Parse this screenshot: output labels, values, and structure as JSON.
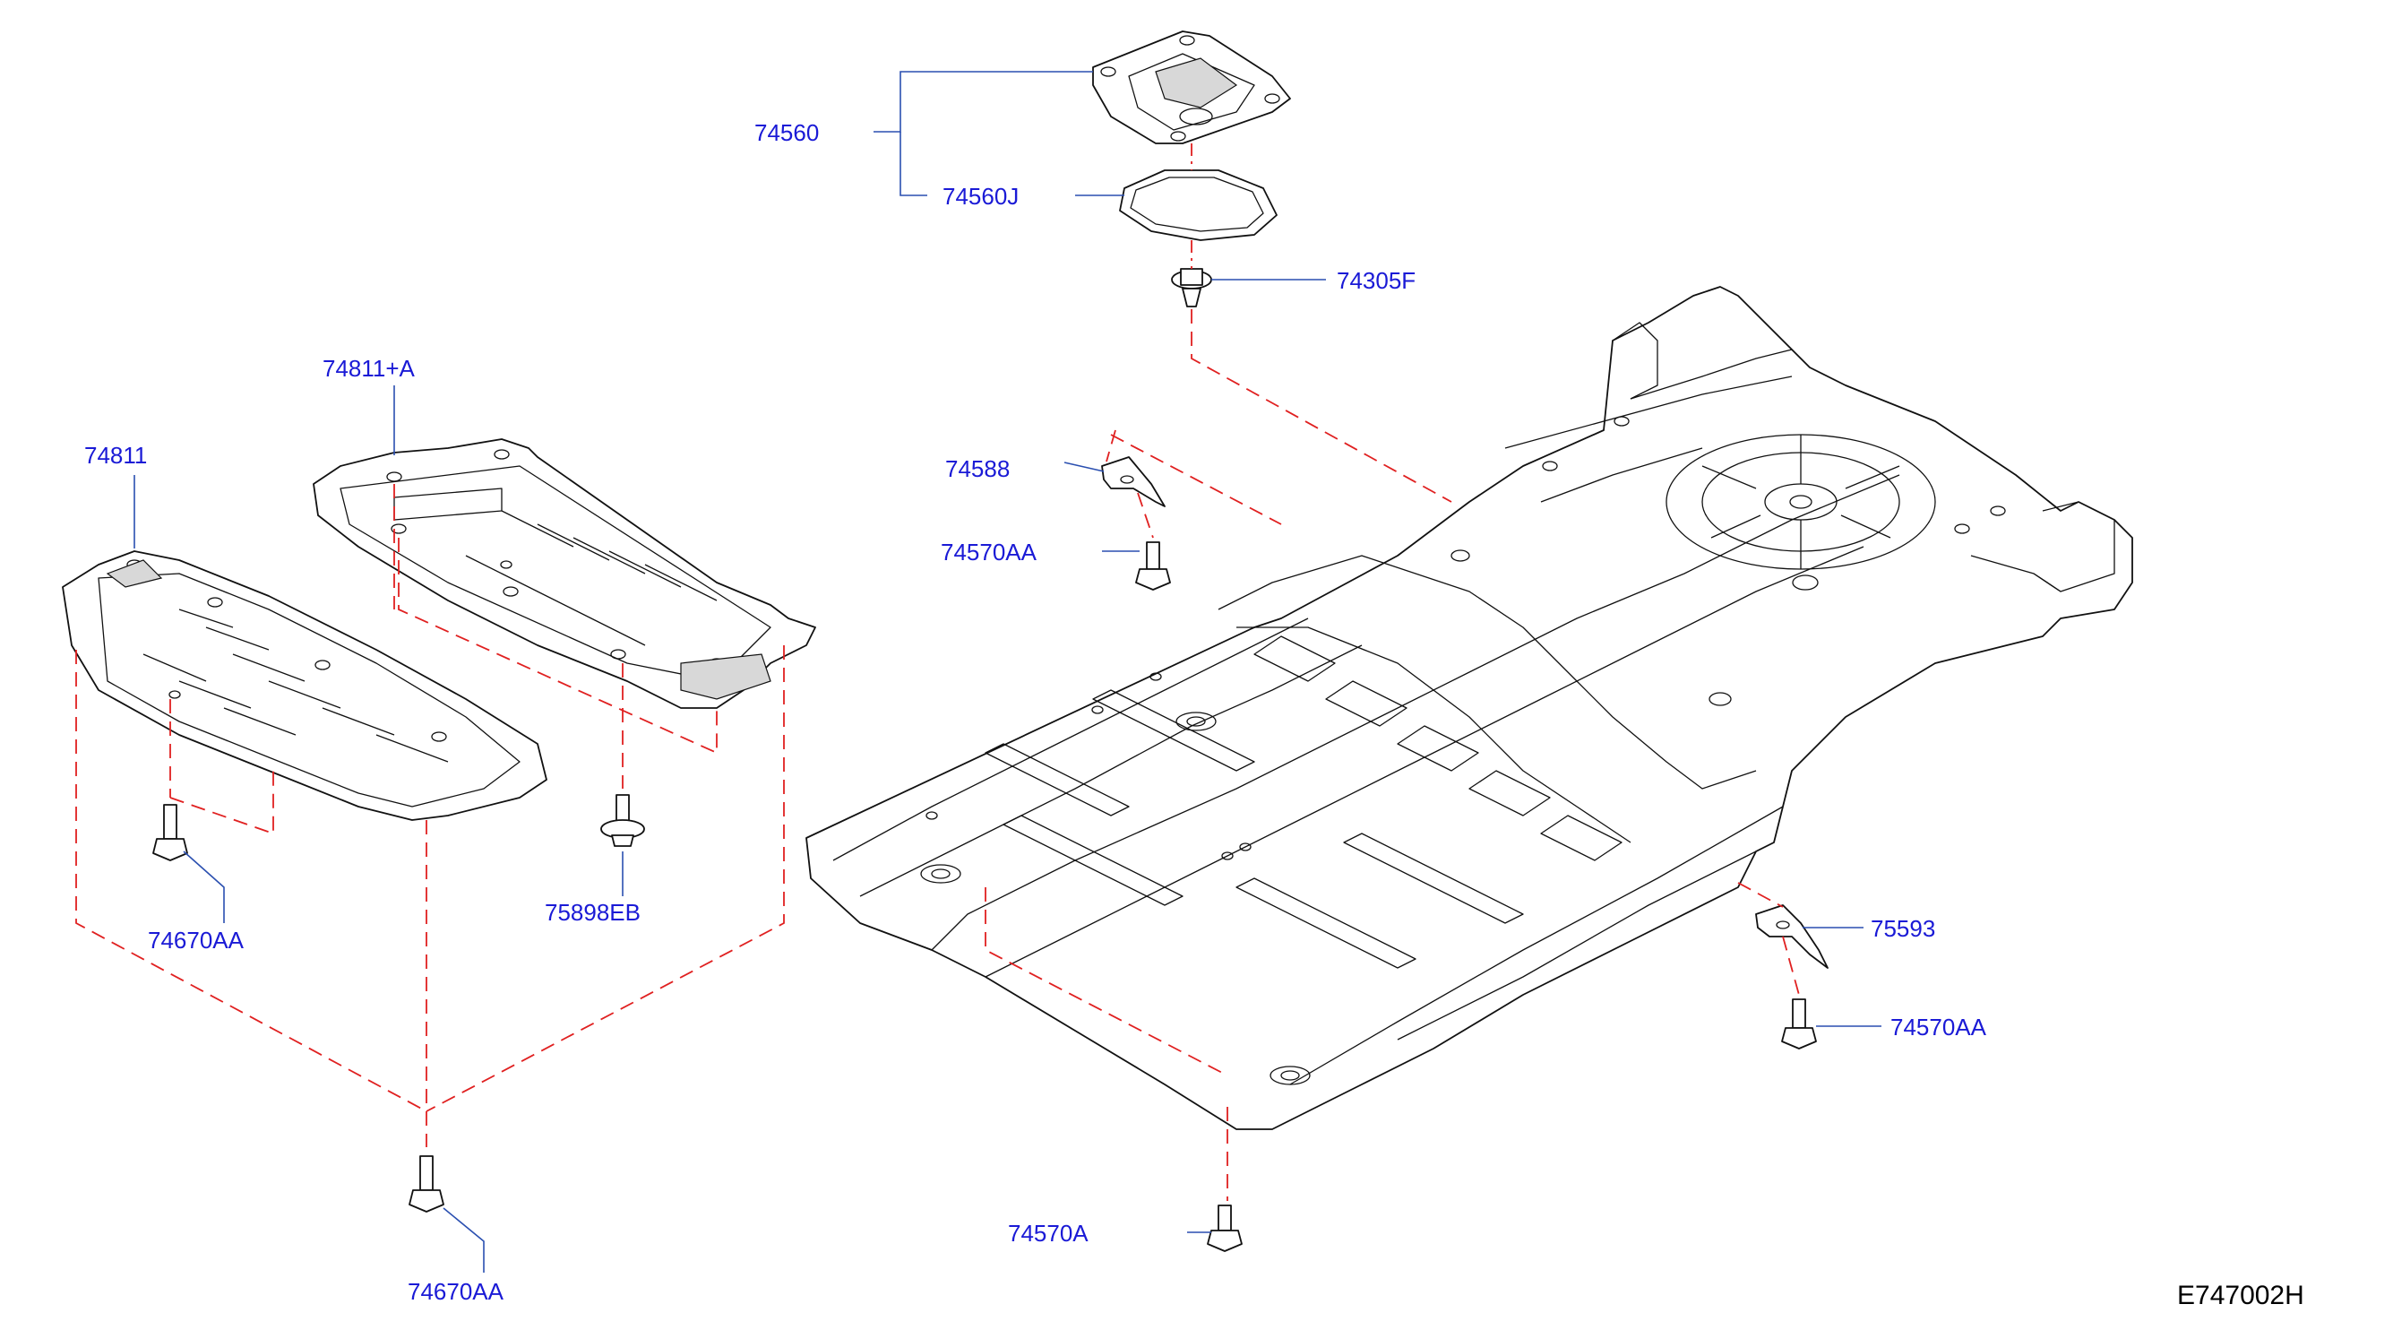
{
  "diagram_code": "E747002H",
  "colors": {
    "label": "#1a1ad6",
    "leader": "#2a4fb0",
    "dashed_guide": "#e02020",
    "outline": "#111111"
  },
  "parts": [
    {
      "id": "p74560",
      "label": "74560"
    },
    {
      "id": "p74560J",
      "label": "74560J"
    },
    {
      "id": "p74305F",
      "label": "74305F"
    },
    {
      "id": "p74811A",
      "label": "74811+A"
    },
    {
      "id": "p74811",
      "label": "74811"
    },
    {
      "id": "p74588",
      "label": "74588"
    },
    {
      "id": "p74570AA_top",
      "label": "74570AA"
    },
    {
      "id": "p74670AA_left",
      "label": "74670AA"
    },
    {
      "id": "p75898EB",
      "label": "75898EB"
    },
    {
      "id": "p75593",
      "label": "75593"
    },
    {
      "id": "p74570AA_right",
      "label": "74570AA"
    },
    {
      "id": "p74570A",
      "label": "74570A"
    },
    {
      "id": "p74670AA_bottom",
      "label": "74670AA"
    }
  ]
}
